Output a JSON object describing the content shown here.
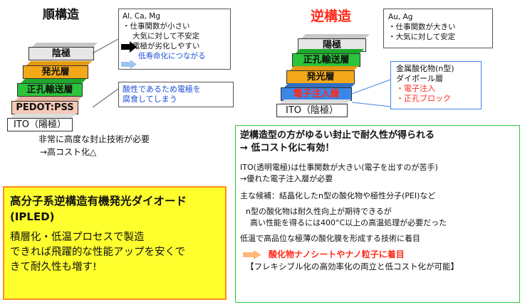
{
  "normal": {
    "title": "順構造",
    "layers": [
      "陰極",
      "発光層",
      "正孔輸送層",
      "PEDOT:PSS",
      "ITO（陽極）"
    ],
    "cathode_box": {
      "lines": [
        "Al, Ca, Mg",
        "・仕事関数が小さい",
        "大気に対して不安定",
        "電極が劣化しやすい",
        "低寿命化につながる"
      ]
    },
    "pedot_box": {
      "lines": [
        "酸性であるため電極を",
        "腐食してしまう"
      ]
    },
    "note": [
      "非常に高度な封止技術が必要",
      "→高コスト化△"
    ]
  },
  "inverted": {
    "title": "逆構造",
    "layers": [
      "陽極",
      "正孔輸送層",
      "発光層",
      "電子注入層",
      "ITO（陰極）"
    ],
    "anode_box": {
      "lines": [
        "Au, Ag",
        "・仕事関数が大きい",
        "・大気に対して安定"
      ]
    },
    "eil_box": {
      "lines": [
        "金属酸化物(n型)",
        "ダイポール層",
        "・電子注入",
        "・正孔ブロック"
      ]
    }
  },
  "ipled": {
    "title1": "高分子系逆構造有機発光ダイオード",
    "title2": "(IPLED)",
    "body": [
      "積層化・低温プロセスで製造",
      "できれば飛躍的な性能アップを安くで",
      "きて耐久性も増す!"
    ]
  },
  "summary": {
    "headline1": "逆構造型の方がゆるい封止で耐久性が得られる",
    "headline2": "→  低コスト化に有効！",
    "p1": [
      "ITO(透明電極)は仕事関数が大きい(電子を出すのが苦手)",
      "→優れた電子注入層が必要"
    ],
    "p2": "主な候補：結晶化したn型の酸化物や極性分子(PEI)など",
    "p3": [
      "n型の酸化物は耐久性向上が期待できるが",
      "高い性能を得るには400°C以上の高温処理が必要だった"
    ],
    "p4": "低温で高品位な極薄の酸化膜を形成する技術に着目",
    "highlight": "酸化物ナノシートやナノ粒子に着目",
    "footer": "【フレキシブル化の高効率化の両立と低コスト化が可能】"
  },
  "colors": {
    "cathode": "#e6e6e6",
    "emissive": "#f2a818",
    "hole": "#2bc43a",
    "pedot": "#f4c9b6",
    "ito": "#ffffff",
    "eil": "#3c86e8",
    "red": "#ff2a1a",
    "yellow": "#ffff2e",
    "blue": "#1a4fd8"
  }
}
